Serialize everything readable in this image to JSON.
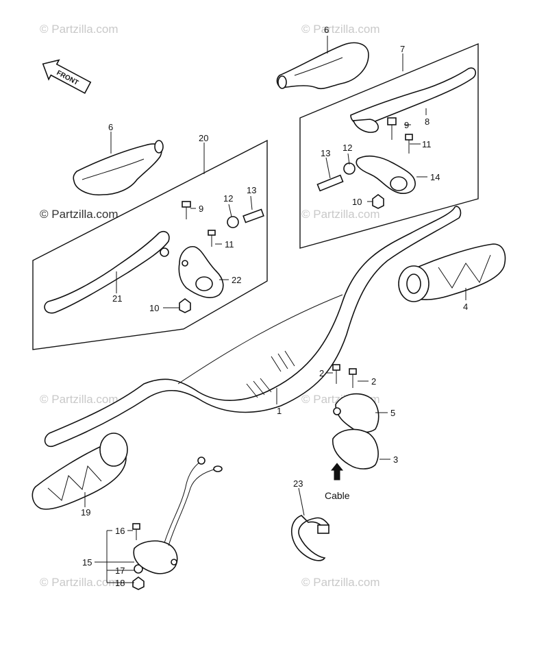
{
  "watermark": "© Partzilla.com",
  "front_arrow_label": "FRONT",
  "cable_label": "Cable",
  "callouts": {
    "c1": "1",
    "c2a": "2",
    "c2b": "2",
    "c3": "3",
    "c4": "4",
    "c5": "5",
    "c6a": "6",
    "c6b": "6",
    "c7": "7",
    "c8": "8",
    "c9a": "9",
    "c9b": "9",
    "c10a": "10",
    "c10b": "10",
    "c11a": "11",
    "c11b": "11",
    "c12a": "12",
    "c12b": "12",
    "c13a": "13",
    "c13b": "13",
    "c14": "14",
    "c15": "15",
    "c16": "16",
    "c17": "17",
    "c18": "18",
    "c19": "19",
    "c20": "20",
    "c21": "21",
    "c22": "22",
    "c23": "23"
  }
}
